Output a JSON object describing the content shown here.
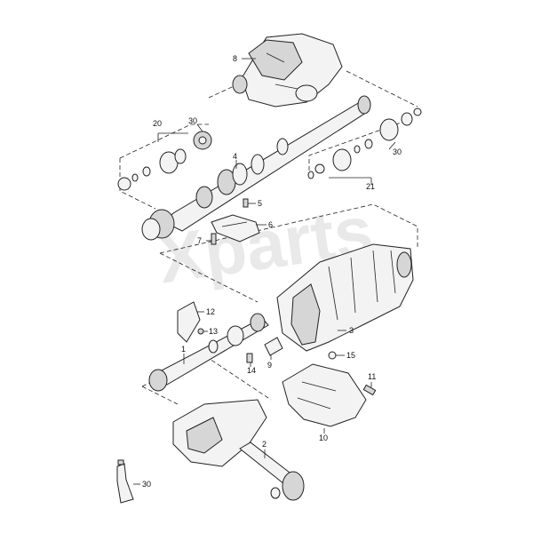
{
  "watermark": "Xparts",
  "callouts": {
    "c1": "1",
    "c2": "2",
    "c3": "3",
    "c4": "4",
    "c5": "5",
    "c6": "6",
    "c7": "7",
    "c8": "8",
    "c9": "9",
    "c10": "10",
    "c11": "11",
    "c12": "12",
    "c13": "13",
    "c14": "14",
    "c15": "15",
    "c20": "20",
    "c21": "21",
    "c30a": "30",
    "c30b": "30",
    "c30c": "30"
  }
}
